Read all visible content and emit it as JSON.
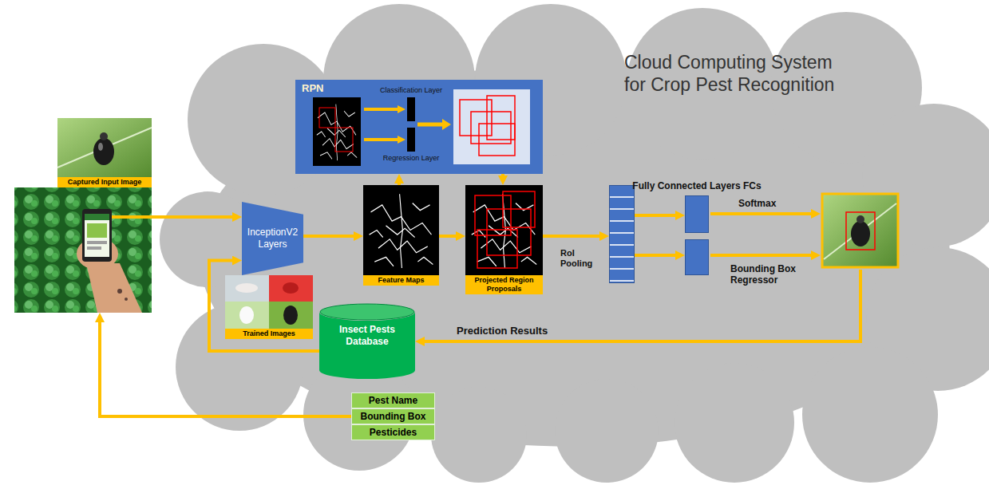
{
  "diagram": {
    "title": "Cloud Computing System for Crop Pest Recognition",
    "nodes": [
      {
        "text": [
          "Captured Input Image"
        ]
      },
      {
        "text": [
          "InceptionV2 Layers"
        ]
      },
      {
        "text": [
          "RPN"
        ]
      },
      {
        "text": [
          "Classification Layer"
        ],
        "in": 2
      },
      {
        "text": [
          "Regression Layer"
        ],
        "in": 2
      },
      {
        "text": [
          "Feature Maps"
        ]
      },
      {
        "text": [
          "Projected Region Proposals"
        ]
      },
      {
        "text": [
          "RoI Pooling"
        ]
      },
      {
        "text": [
          "Fully Connected Layers FCs"
        ]
      },
      {
        "text": [
          "Trained Images"
        ]
      },
      {
        "text": [
          "Insect Pests Database"
        ]
      },
      {
        "text": [
          "Pest Name"
        ]
      },
      {
        "text": [
          "Bounding Box"
        ]
      },
      {
        "text": [
          "Pesticides"
        ]
      }
    ],
    "edges": [
      {
        "from": 1,
        "to": 5,
        "arrow": "to"
      },
      {
        "from": 5,
        "to": 6,
        "arrow": "to"
      },
      {
        "from": 5,
        "to": 2,
        "arrow": "to"
      },
      {
        "from": 2,
        "to": 6,
        "arrow": "to"
      },
      {
        "from": 6,
        "to": 7,
        "arrow": "to"
      },
      {
        "from": 7,
        "to": 8,
        "arrow": "to"
      },
      {
        "from": 7,
        "to": 8,
        "arrow": "to"
      },
      {
        "from": 10,
        "to": 1,
        "arrow": "to"
      }
    ],
    "labels": [
      "Softmax",
      "Bounding Box Regressor",
      "Prediction Results"
    ]
  }
}
